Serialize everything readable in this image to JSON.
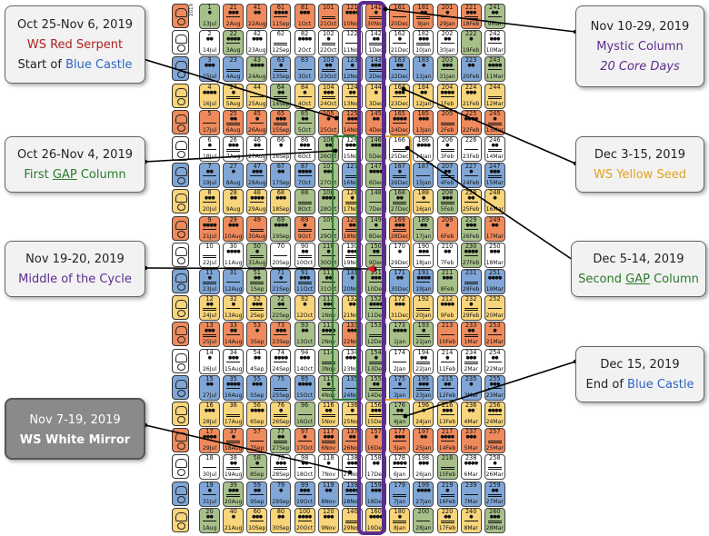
{
  "colors": {
    "red": "#ef8a5c",
    "white": "#ffffff",
    "blue": "#7fa6d6",
    "yellow": "#f8d57a",
    "green": "#a7c08a",
    "purple": "#5b2d8e",
    "gap_border": "#2e7d32",
    "connector": "#000000",
    "marker": "#e0192c"
  },
  "glyph_label": "2019",
  "glyph_icons": [
    "imix-glyph-icon",
    "ik-glyph-icon",
    "akbal-glyph-icon",
    "kan-glyph-icon",
    "chicchan-glyph-icon",
    "cimi-glyph-icon",
    "manik-glyph-icon",
    "lamat-glyph-icon",
    "muluc-glyph-icon",
    "oc-glyph-icon",
    "chuen-glyph-icon",
    "eb-glyph-icon",
    "ben-glyph-icon",
    "ix-glyph-icon",
    "men-glyph-icon",
    "cib-glyph-icon",
    "caban-glyph-icon",
    "etznab-glyph-icon",
    "cauac-glyph-icon",
    "ahau-glyph-icon"
  ],
  "start_date": "2019-07-13",
  "gap_kins": [
    1,
    20,
    22,
    39,
    43,
    50,
    51,
    58,
    64,
    69,
    72,
    77,
    85,
    88,
    93,
    96,
    106,
    107,
    108,
    109,
    110,
    111,
    112,
    113,
    114,
    115,
    146,
    147,
    148,
    149,
    150,
    151,
    152,
    153,
    154,
    155,
    168,
    173,
    176,
    189,
    193,
    200,
    203,
    208,
    211,
    218,
    222,
    229,
    230,
    241,
    243,
    260
  ],
  "callouts": [
    {
      "name": "callout-ws-red-serpent",
      "lines": [
        {
          "t": "Oct 25-Nov 6, 2019",
          "c": "#222"
        },
        {
          "t": "WS Red Serpent",
          "c": "#b32020"
        },
        {
          "parts": [
            {
              "t": "Start of ",
              "c": "#222"
            },
            {
              "t": "Blue Castle",
              "c": "#2f66c2"
            }
          ]
        }
      ]
    },
    {
      "name": "callout-first-gap-column",
      "lines": [
        {
          "t": "Oct 26-Nov 4, 2019",
          "c": "#222"
        },
        {
          "parts": [
            {
              "t": "First ",
              "c": "#2a7a2a"
            },
            {
              "t": "GAP",
              "c": "#2a7a2a",
              "u": true
            },
            {
              "t": " Column",
              "c": "#2a7a2a"
            }
          ]
        }
      ]
    },
    {
      "name": "callout-middle-of-cycle",
      "lines": [
        {
          "t": "Nov 19-20, 2019",
          "c": "#222"
        },
        {
          "t": "Middle of the Cycle",
          "c": "#5b2d8e"
        }
      ]
    },
    {
      "name": "callout-ws-white-mirror",
      "lines": [
        {
          "t": "Nov 7-19, 2019",
          "c": "#ffffff"
        },
        {
          "t": "WS White Mirror",
          "c": "#ffffff",
          "b": true
        }
      ]
    },
    {
      "name": "callout-mystic-column",
      "lines": [
        {
          "t": "Nov 10-29, 2019",
          "c": "#222"
        },
        {
          "t": "Mystic Column",
          "c": "#5b2d8e"
        },
        {
          "t": "20 Core Days",
          "c": "#5b2d8e",
          "i": true
        }
      ]
    },
    {
      "name": "callout-ws-yellow-seed",
      "lines": [
        {
          "t": "Dec 3-15, 2019",
          "c": "#222"
        },
        {
          "t": "WS Yellow Seed",
          "c": "#e0a21c"
        }
      ]
    },
    {
      "name": "callout-second-gap-column",
      "lines": [
        {
          "t": "Dec 5-14, 2019",
          "c": "#222"
        },
        {
          "parts": [
            {
              "t": "Second ",
              "c": "#2a7a2a"
            },
            {
              "t": "GAP",
              "c": "#2a7a2a",
              "u": true
            },
            {
              "t": " Column",
              "c": "#2a7a2a"
            }
          ]
        }
      ]
    },
    {
      "name": "callout-end-of-blue-castle",
      "lines": [
        {
          "t": "Dec 15, 2019",
          "c": "#222"
        },
        {
          "parts": [
            {
              "t": "End of ",
              "c": "#222"
            },
            {
              "t": "Blue Castle",
              "c": "#2f66c2"
            }
          ]
        }
      ]
    }
  ]
}
